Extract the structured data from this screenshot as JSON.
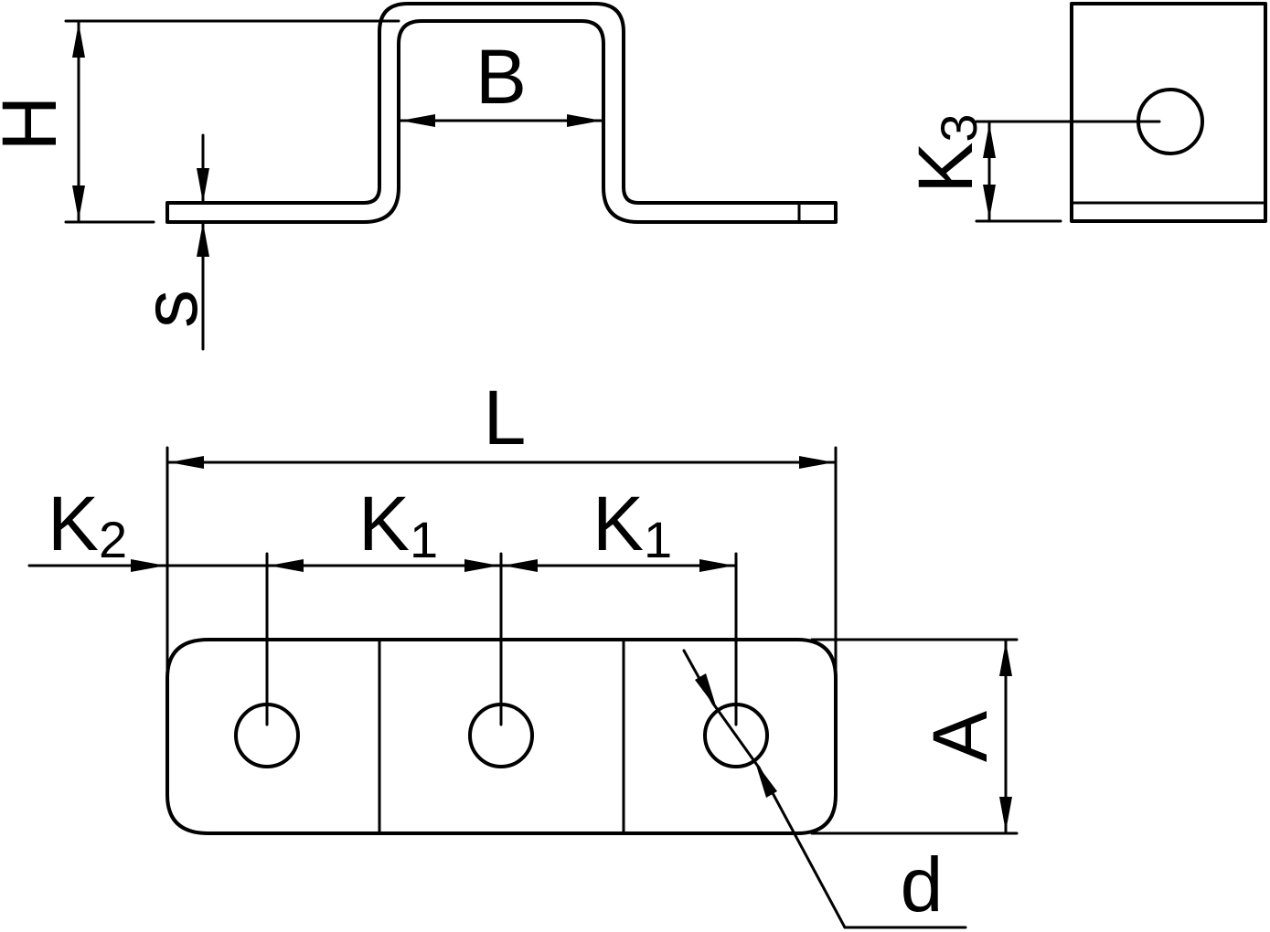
{
  "labels": {
    "H": "H",
    "B": "B",
    "s": "s",
    "K3_main": "K",
    "K3_sub": "3",
    "L": "L",
    "K2_main": "K",
    "K2_sub": "2",
    "K1a_main": "K",
    "K1a_sub": "1",
    "K1b_main": "K",
    "K1b_sub": "1",
    "A": "A",
    "d": "d"
  }
}
